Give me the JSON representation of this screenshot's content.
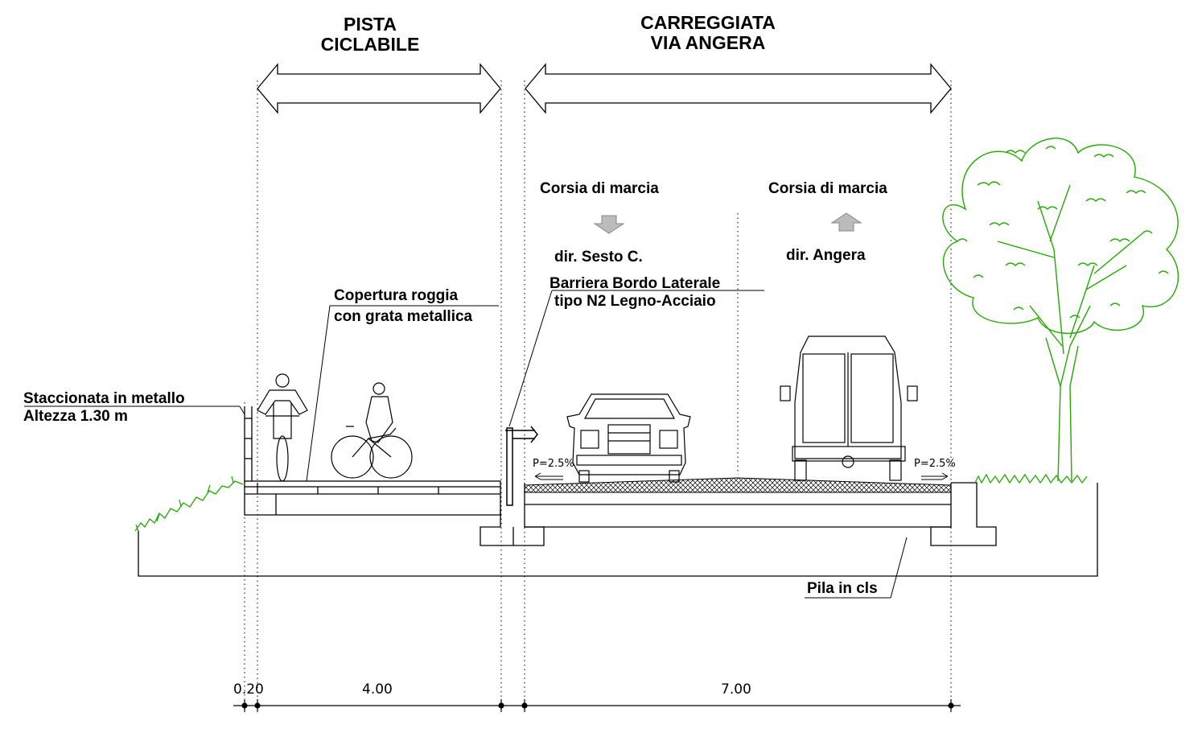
{
  "headers": {
    "bike_lane": [
      "PISTA",
      "CICLABILE"
    ],
    "roadway": [
      "CARREGGIATA",
      "VIA ANGERA"
    ]
  },
  "lanes": {
    "left": {
      "label": "Corsia di marcia",
      "direction": "dir. Sesto C."
    },
    "right": {
      "label": "Corsia di marcia",
      "direction": "dir. Angera"
    }
  },
  "callouts": {
    "fence": [
      "Staccionata in metallo",
      "Altezza 1.30 m"
    ],
    "cover": [
      "Copertura roggia",
      "con grata metallica"
    ],
    "barrier": [
      "Barriera Bordo Laterale",
      "tipo N2 Legno-Acciaio"
    ],
    "pier": "Pila in cls"
  },
  "slopes": {
    "left": "P=2.5%",
    "right": "P=2.5%"
  },
  "dimensions": {
    "fence_width": "0.20",
    "bike_lane_width": "4.00",
    "roadway_width": "7.00"
  },
  "colors": {
    "line": "#000000",
    "vegetation": "#22aa00",
    "arrow_fill": "#bbbbbb"
  },
  "icons": [
    "cyclist-icon",
    "car-front-icon",
    "van-rear-icon",
    "tree-icon",
    "grass-icon",
    "direction-arrow-icon"
  ]
}
